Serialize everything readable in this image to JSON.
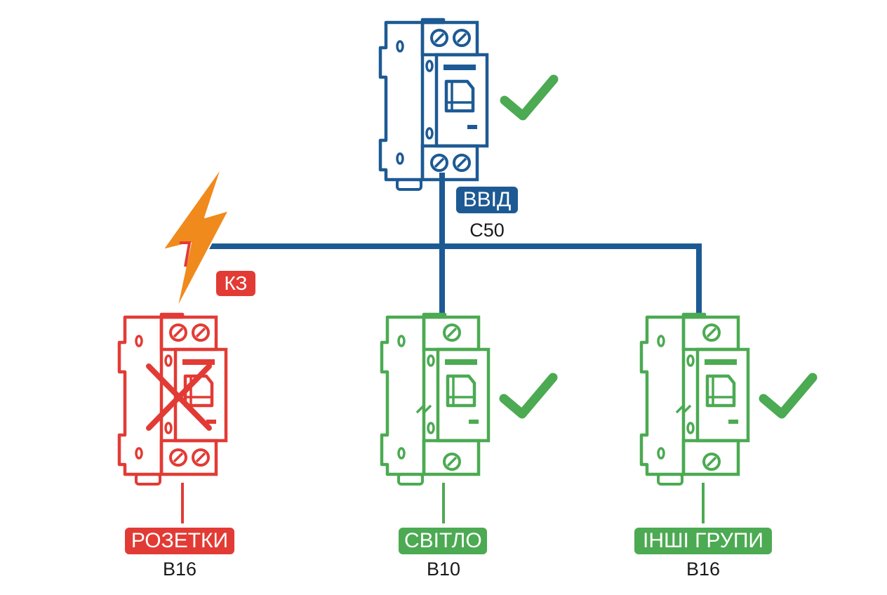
{
  "colors": {
    "main": "#1d5a94",
    "fault": "#e23b35",
    "ok": "#4caa52",
    "lightning": "#f08a1d",
    "text": "#1a1a1a"
  },
  "main_breaker": {
    "label": "ВВІД",
    "rating": "C50",
    "status": "check-mark"
  },
  "fault": {
    "label": "КЗ"
  },
  "groups": [
    {
      "label": "РОЗЕТКИ",
      "rating": "B16",
      "status": "cross-mark"
    },
    {
      "label": "СВІТЛО",
      "rating": "B10",
      "status": "check-mark"
    },
    {
      "label": "ІНШІ ГРУПИ",
      "rating": "B16",
      "status": "check-mark"
    }
  ]
}
